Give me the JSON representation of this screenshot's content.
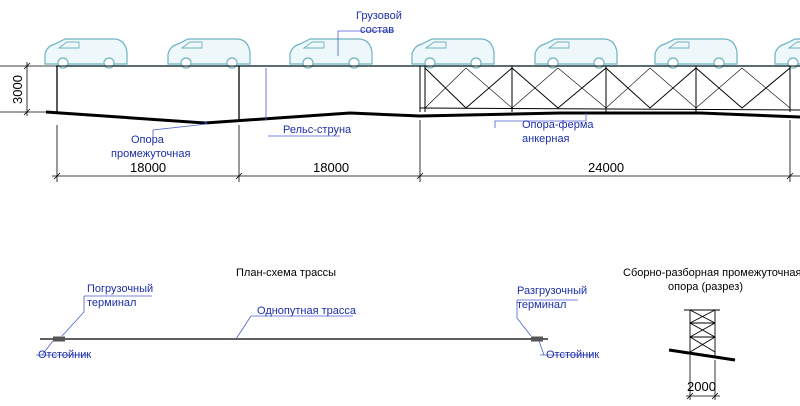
{
  "colors": {
    "vehicle": "#6fb3c2",
    "vehicle_fill": "#eef7fa",
    "label": "#1c2fa8",
    "leader": "#4a5fd0",
    "structure": "#000000",
    "ground": "#000000"
  },
  "labels": {
    "cargo_train": [
      "Грузовой",
      "состав"
    ],
    "intermediate_support": [
      "Опора",
      "промежуточная"
    ],
    "rail_string": "Рельс-струна",
    "truss_support": [
      "Опора-ферма",
      "анкерная"
    ],
    "loading_terminal": [
      "Погрузочный",
      "терминал"
    ],
    "unloading_terminal": [
      "Разгрузочный",
      "терминал"
    ],
    "single_track": "Однопутная трасса",
    "settling_left": "Отстойник",
    "settling_right": "Отстойник"
  },
  "dimensions": {
    "height": "3000",
    "span_1": "18000",
    "span_2": "18000",
    "span_3": "24000",
    "section_width": "2000"
  },
  "titles": {
    "plan": "План-схема трассы",
    "section": [
      "Сборно-разборная промежуточная",
      "опора (разрез)"
    ]
  }
}
